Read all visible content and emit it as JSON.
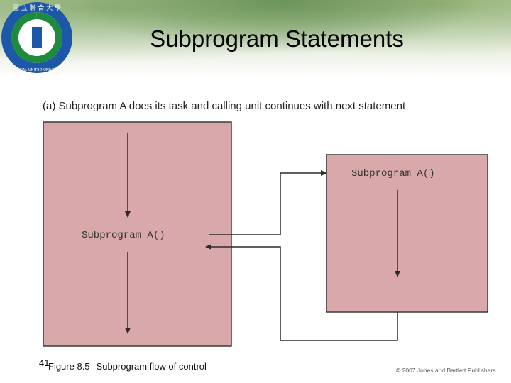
{
  "header": {
    "title": "Subprogram Statements",
    "logo_text": "國 立 聯 合 大 學",
    "logo_ring_text": "NATIONAL UNITED UNIVERSITY"
  },
  "diagram": {
    "subtitle": "(a) Subprogram A does its task and calling unit continues with next statement",
    "calling_unit_label": "Subprogram A()",
    "subprogram_label": "Subprogram A()",
    "colors": {
      "box_fill": "#d8a8aa",
      "box_stroke": "#3a3a3a",
      "line": "#2a2a2a"
    }
  },
  "footer": {
    "slide_number": "41",
    "figure_number": "Figure 8.5",
    "figure_caption": "Subprogram flow of control",
    "copyright": "© 2007 Jones and Bartlett Publishers"
  }
}
